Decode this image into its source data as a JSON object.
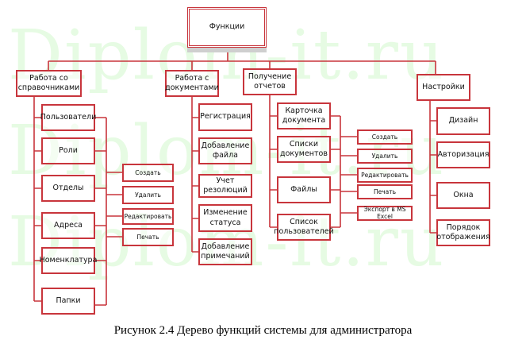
{
  "watermark": "Diplom-it.ru",
  "root": "Функции",
  "groups": [
    {
      "label": "Работа со справочниками",
      "items": [
        "Пользователи",
        "Роли",
        "Отделы",
        "Адреса",
        "Номенклатура",
        "Папки"
      ],
      "actions": [
        "Создать",
        "Удалить",
        "Редактировать",
        "Печать"
      ]
    },
    {
      "label": "Работа с документами",
      "items": [
        "Регистрация",
        "Добавление файла",
        "Учет резолюций",
        "Изменение статуса",
        "Добавление примечаний"
      ]
    },
    {
      "label": "Получение отчетов",
      "items": [
        "Карточка документа",
        "Списки документов",
        "Файлы",
        "Список пользователей"
      ],
      "actions": [
        "Создать",
        "Удалить",
        "Редактировать",
        "Печать",
        "Экспорт в MS Excel"
      ]
    },
    {
      "label": "Настройки",
      "items": [
        "Дизайн",
        "Авторизация",
        "Окна",
        "Порядок отображения"
      ]
    }
  ],
  "caption": "Рисунок 2.4 Дерево функций системы для администратора",
  "colors": {
    "line": "#c8353c",
    "watermark": "#e6fbe3"
  }
}
